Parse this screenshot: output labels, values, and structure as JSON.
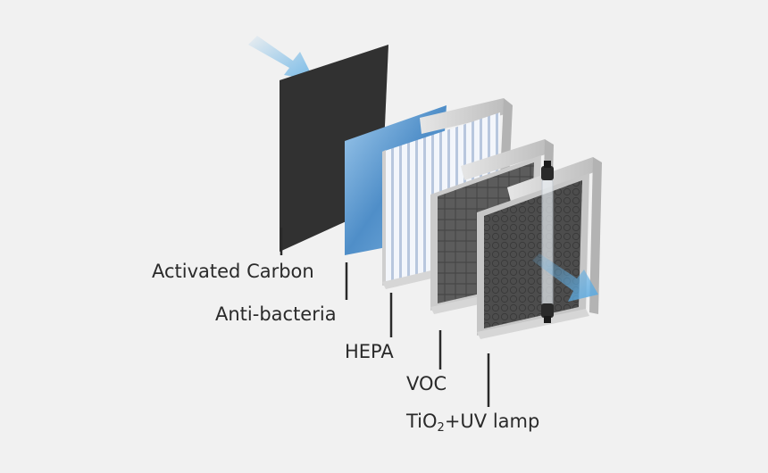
{
  "labels": {
    "activated_carbon": "Activated Carbon",
    "anti_bacteria": "Anti-bacteria",
    "hepa": "HEPA",
    "voc": "VOC",
    "tio2_prefix": "TiO",
    "tio2_subscript": "2",
    "tio2_suffix": "+UV lamp"
  },
  "colors": {
    "background": "#f1f1f1",
    "carbon": "#2b2b2b",
    "antibacteria": "#4f8ec8",
    "hepa": "#e8eef7",
    "voc": "#5a5a5a",
    "tio2": "#4a4a4a",
    "frame": "#c9c9c9",
    "airflow": "#6fb6e6",
    "text": "#2a2a2a"
  },
  "icons": [
    "airflow-in-arrow",
    "airflow-out-arrow",
    "uv-lamp-icon"
  ]
}
